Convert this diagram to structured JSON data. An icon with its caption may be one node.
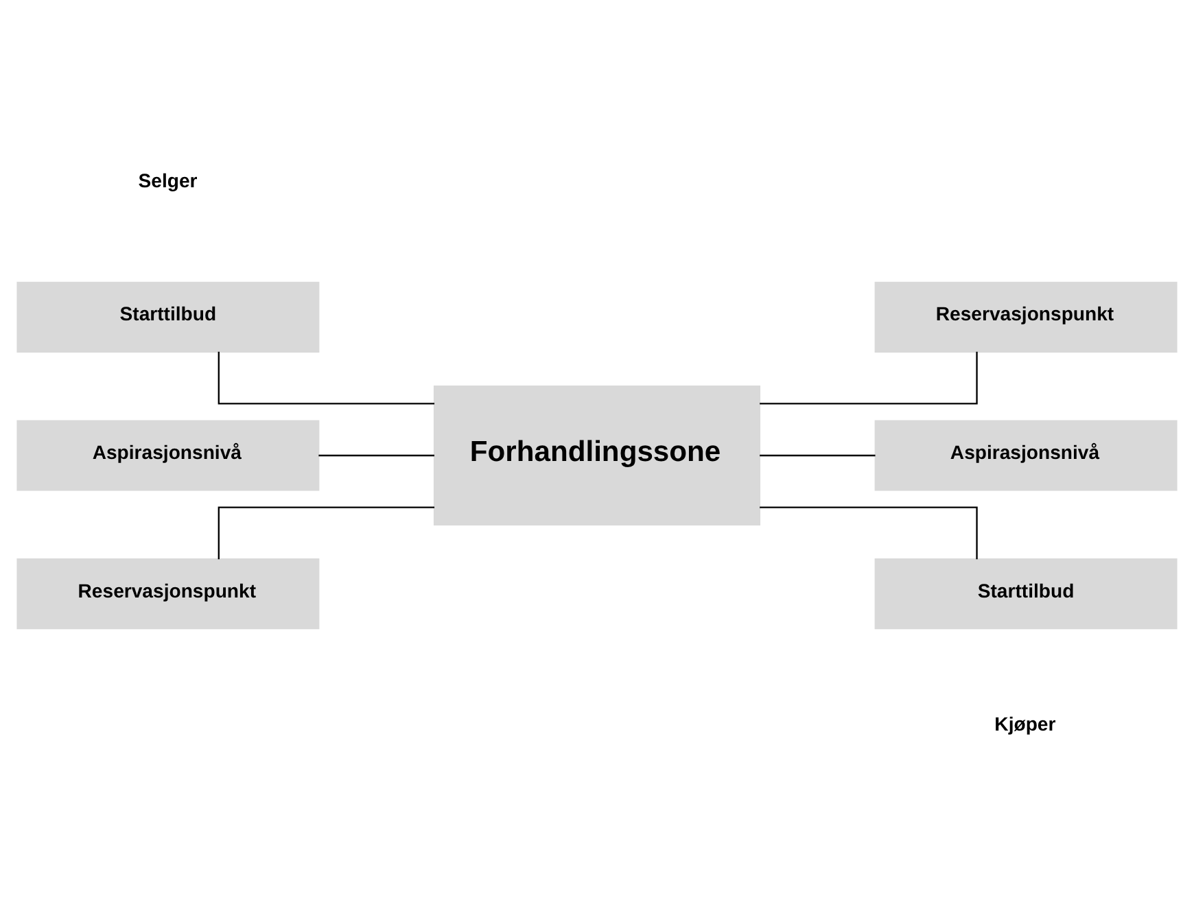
{
  "diagram": {
    "nodes": [
      {
        "text": [
          "Starttilbud"
        ]
      },
      {
        "text": [
          "Aspirasjonsnivå"
        ]
      },
      {
        "text": [
          "Reservasjonspunkt"
        ]
      },
      {
        "text": [
          "Forhandlingssone"
        ]
      },
      {
        "text": [
          "Reservasjonspunkt"
        ]
      },
      {
        "text": [
          "Aspirasjonsnivå"
        ]
      },
      {
        "text": [
          "Starttilbud"
        ]
      }
    ],
    "edges": [
      {
        "from": 0,
        "to": 3,
        "arrow": "none"
      },
      {
        "from": 1,
        "to": 3,
        "arrow": "none"
      },
      {
        "from": 2,
        "to": 3,
        "arrow": "none"
      },
      {
        "from": 3,
        "to": 4,
        "arrow": "none"
      },
      {
        "from": 3,
        "to": 5,
        "arrow": "none"
      },
      {
        "from": 3,
        "to": 6,
        "arrow": "none"
      }
    ],
    "labels": [
      "Selger",
      "Kjøper"
    ]
  }
}
